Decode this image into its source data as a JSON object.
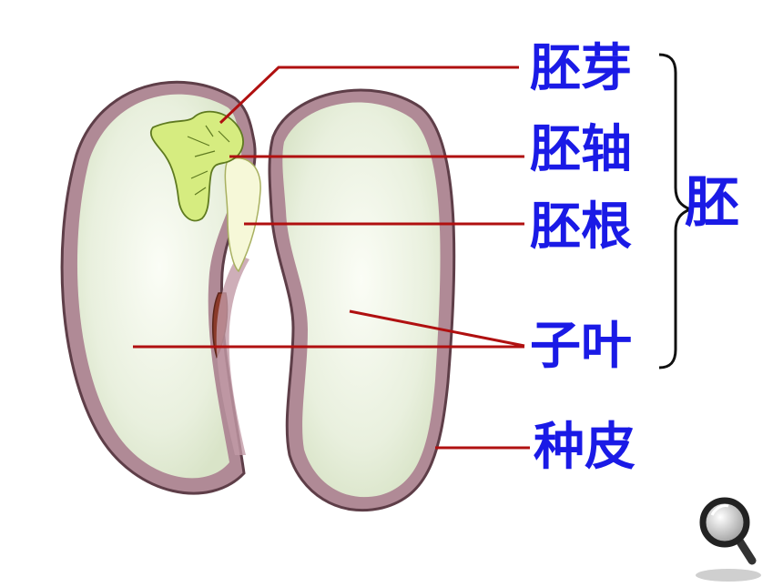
{
  "labels": {
    "plumule": "胚芽",
    "hypocotyl": "胚轴",
    "radicle": "胚根",
    "cotyledon": "子叶",
    "seed_coat": "种皮",
    "embryo": "胚"
  },
  "icons": {
    "tool": "magnifier-icon"
  },
  "colors": {
    "label_text": "#1a1ae6",
    "leader_line": "#b01010",
    "seed_coat": "#a07a86",
    "cotyledon_fill": "#e8efdc",
    "embryo_green": "#d4ea7e",
    "radicle": "#f4f7d2"
  }
}
